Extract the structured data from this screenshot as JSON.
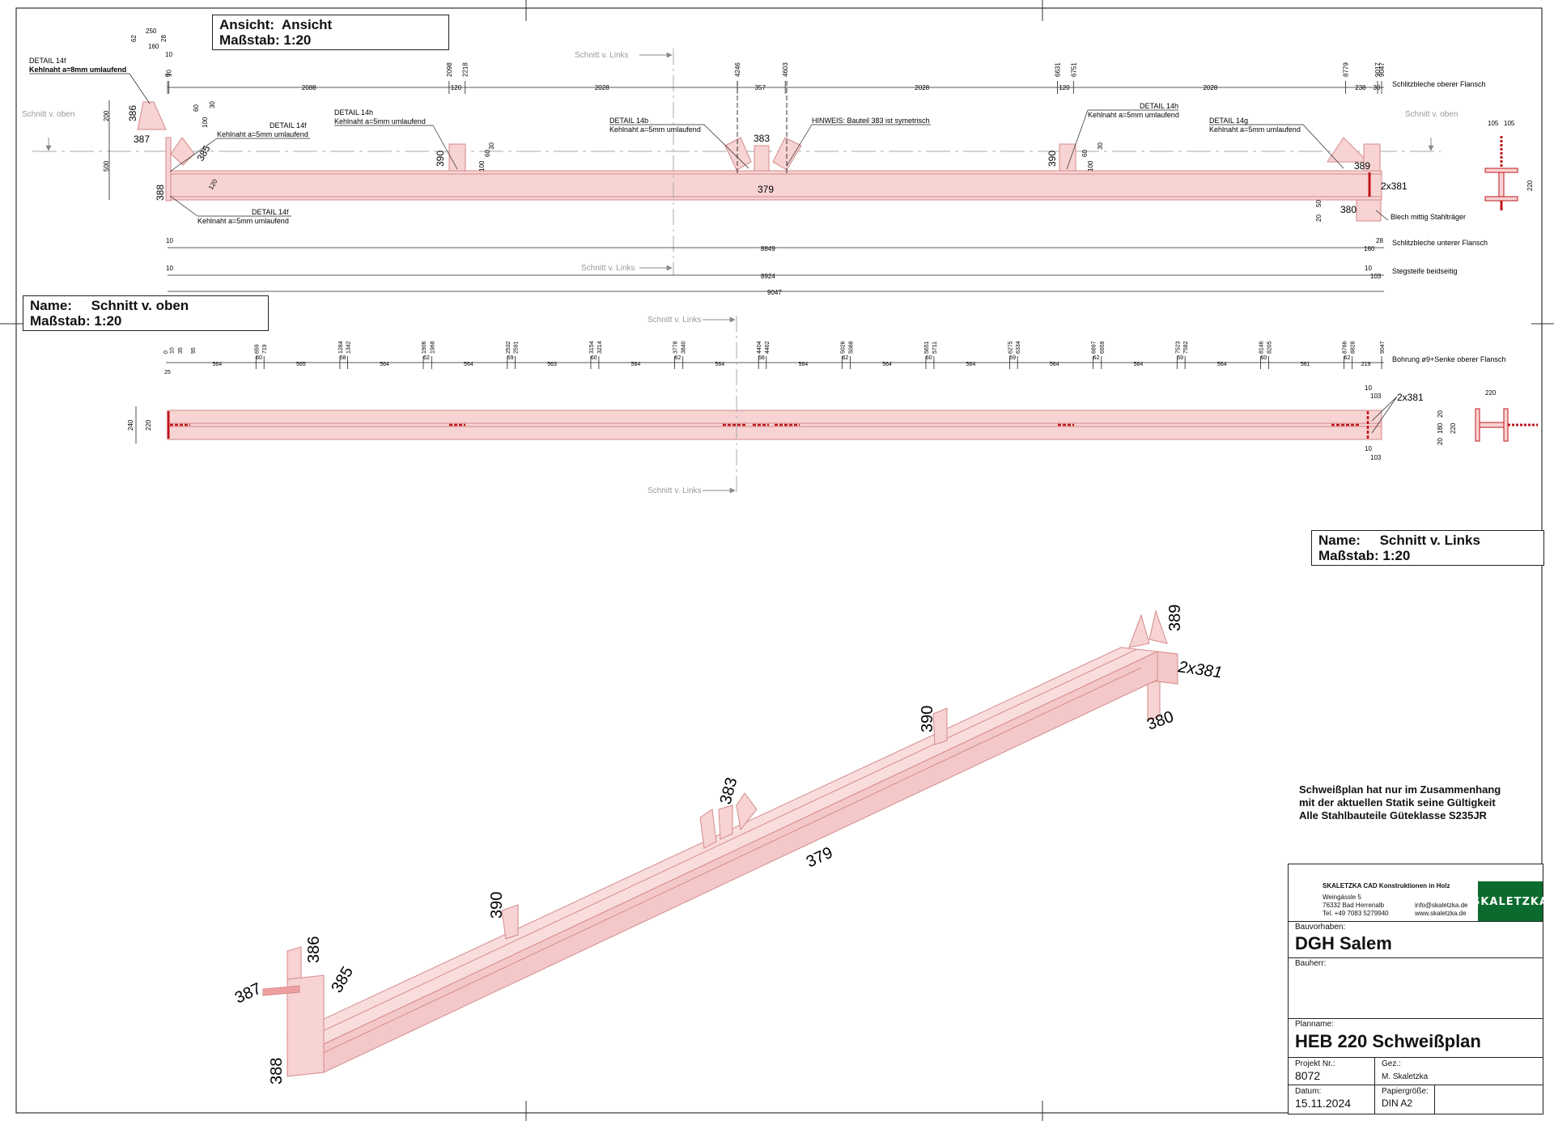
{
  "views": {
    "ansicht": {
      "name_label": "Ansicht:",
      "name": "Ansicht",
      "scale_label": "Maßstab:",
      "scale": "1:20"
    },
    "oben": {
      "name_label": "Name:",
      "name": "Schnitt v. oben",
      "scale_label": "Maßstab:",
      "scale": "1:20"
    },
    "links": {
      "name_label": "Name:",
      "name": "Schnitt v. Links",
      "scale_label": "Maßstab:",
      "scale": "1:20"
    }
  },
  "section_markers": {
    "links": "Schnitt v. Links",
    "oben": "Schnitt v. oben"
  },
  "details": {
    "d14f_top": {
      "title": "DETAIL 14f",
      "text": "Kehlnaht a=8mm umlaufend"
    },
    "d14f_mid": {
      "title": "DETAIL 14f",
      "text": "Kehlnaht a=5mm umlaufend"
    },
    "d14f_bot": {
      "title": "DETAIL 14f",
      "text": "Kehlnaht a=5mm umlaufend"
    },
    "d14h_left": {
      "title": "DETAIL 14h",
      "text": "Kehlnaht a=5mm umlaufend"
    },
    "d14b": {
      "title": "DETAIL 14b",
      "text": "Kehlnaht a=5mm umlaufend"
    },
    "hinweis": {
      "text": "HINWEIS: Bauteil 383 ist symetrisch"
    },
    "d14h_right": {
      "title": "DETAIL 14h",
      "text": "Kehlnaht a=5mm umlaufend"
    },
    "d14g": {
      "title": "DETAIL 14g",
      "text": "Kehlnaht a=5mm umlaufend"
    }
  },
  "dim_labels": {
    "schlitz_oben": "Schlitzbleche oberer Flansch",
    "schlitz_unten": "Schlitzbleche unterer Flansch",
    "stegsteife": "Stegsteife beidseitig",
    "blech_mittig": "Blech mittig Stahlträger",
    "bohrung": "Bohrung ø9+Senke oberer Flansch"
  },
  "dims_top_chain": [
    "2088",
    "120",
    "2028",
    "357",
    "2028",
    "120",
    "2028",
    "238",
    "30"
  ],
  "dims_top_marks": [
    "0",
    "10",
    "2098",
    "2218",
    "4246",
    "4603",
    "6631",
    "6751",
    "8779",
    "9017",
    "9047"
  ],
  "dims_bottom": {
    "d8849": "8849",
    "d160": "160",
    "d8924": "8924",
    "d103": "103",
    "d9047": "9047",
    "d10": "10",
    "d28": "28"
  },
  "dims_mid_chain": [
    "564",
    "565",
    "564",
    "564",
    "563",
    "564",
    "564",
    "564",
    "564",
    "564",
    "564",
    "564",
    "564",
    "561",
    "219"
  ],
  "dims_mid_marks": [
    "659",
    "719",
    "1284",
    "1342",
    "1906",
    "1968",
    "2532",
    "2591",
    "3154",
    "3214",
    "3778",
    "3840",
    "4404",
    "4462",
    "5026",
    "5088",
    "5651",
    "5711",
    "6275",
    "6334",
    "6897",
    "6959",
    "7523",
    "7582",
    "8146",
    "8205",
    "8766",
    "8828",
    "9047"
  ],
  "dims_mid_gaps": [
    "60",
    "58",
    "62",
    "59",
    "60",
    "62",
    "58",
    "62",
    "60",
    "59",
    "62",
    "59",
    "60",
    "62"
  ],
  "dims_left_top": [
    "250",
    "62",
    "28",
    "160",
    "10"
  ],
  "dims_misc": {
    "d200": "200",
    "d500": "500",
    "d60": "60",
    "d30": "30",
    "d100": "100",
    "d120": "120",
    "d105": "105",
    "d220": "220",
    "d240": "240",
    "d20": "20",
    "d180": "180",
    "d50": "50",
    "d25": "25",
    "d35": "35",
    "d95": "95"
  },
  "parts": {
    "p379": "379",
    "p380": "380",
    "p381": "2x381",
    "p383": "383",
    "p385": "385",
    "p386": "386",
    "p387": "387",
    "p388": "388",
    "p389": "389",
    "p390": "390"
  },
  "notes": [
    "Schweißplan hat nur im Zusammenhang",
    "mit der aktuellen Statik seine Gültigkeit",
    "Alle Stahlbauteile Güteklasse S235JR"
  ],
  "title_block": {
    "company": "SKALETZKA CAD Konstruktionen in Holz",
    "street": "Weingässle 5",
    "city": "76332 Bad Herrenalb",
    "phone": "Tel. +49 7083 5279940",
    "email": "info@skaletzka.de",
    "web": "www.skaletzka.de",
    "logo": "SKALETZKA",
    "bauvorhaben_label": "Bauvorhaben:",
    "bauvorhaben": "DGH Salem",
    "bauherr_label": "Bauherr:",
    "bauherr": "",
    "planname_label": "Planname:",
    "planname": "HEB 220 Schweißplan",
    "projekt_label": "Projekt Nr.:",
    "projekt": "8072",
    "gez_label": "Gez.:",
    "gez": "M. Skaletzka",
    "datum_label": "Datum:",
    "datum": "15.11.2024",
    "papier_label": "Papiergröße:",
    "papier": "DIN A2"
  },
  "colors": {
    "steel_fill": "#f7d3d3",
    "steel_stroke": "#d58a8a",
    "weld": "#c0141b",
    "line": "#222222",
    "marker": "#999999",
    "logo_bg": "#0b6b2e"
  }
}
